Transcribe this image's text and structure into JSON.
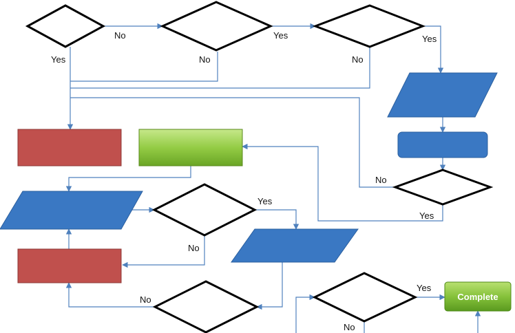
{
  "labels": {
    "yes": "Yes",
    "no": "No",
    "complete": "Complete"
  },
  "colors": {
    "connector": "#4f81bd",
    "parallelogram": "#3a78c3",
    "process_red": "#c0504d",
    "process_green": "#8fc840",
    "diamond_border": "#000000"
  }
}
